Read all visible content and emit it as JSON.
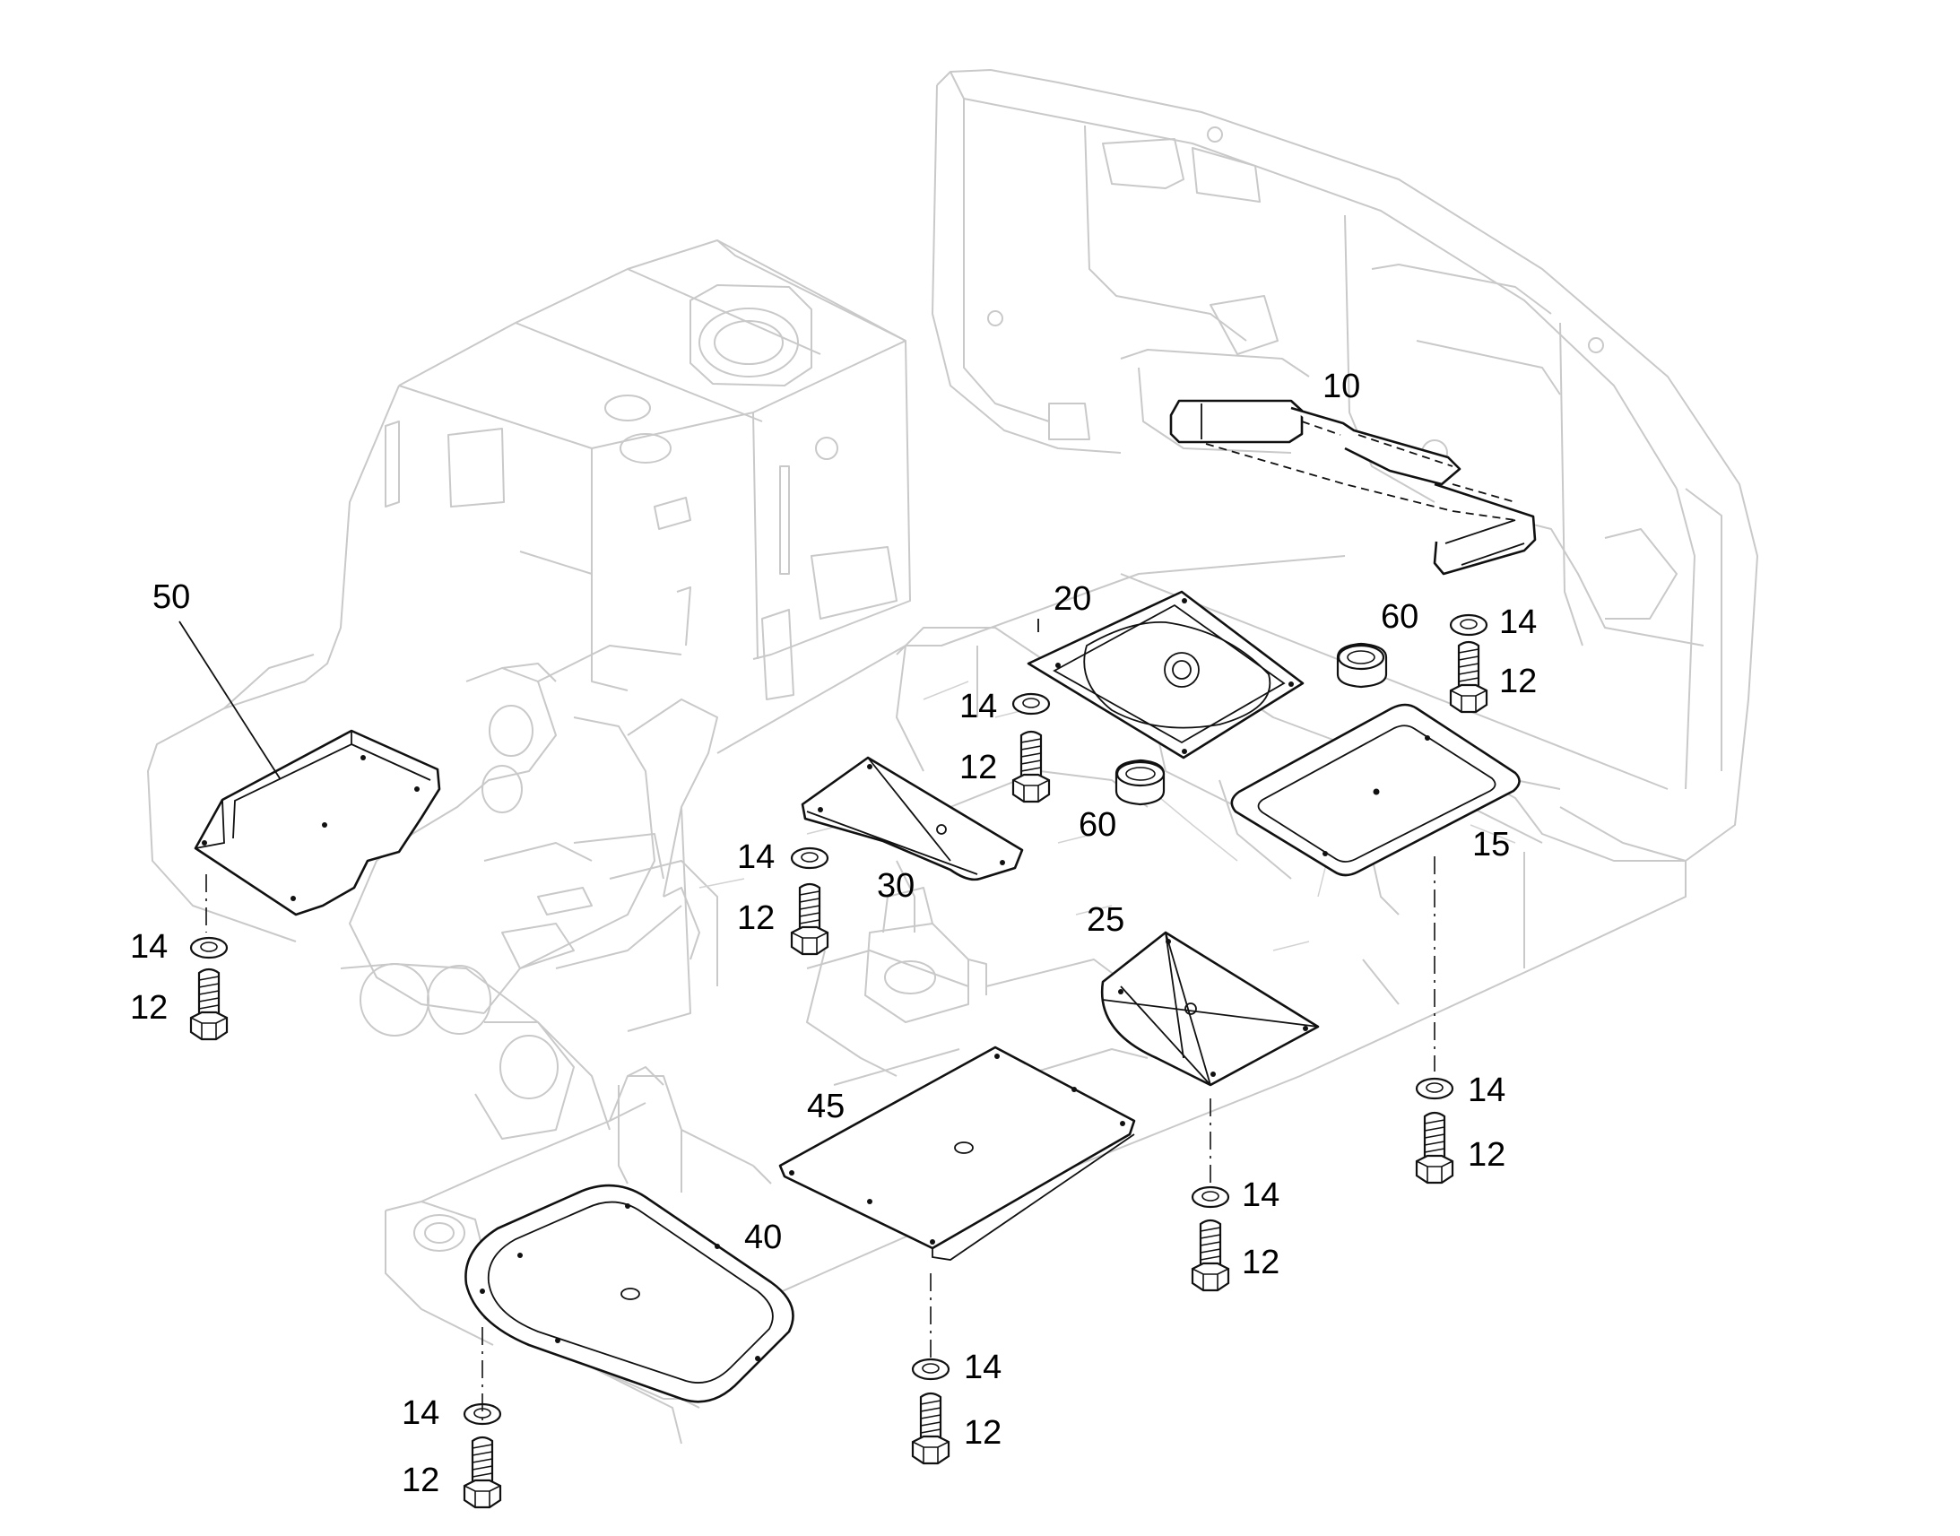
{
  "diagram": {
    "callouts": {
      "c10": "10",
      "c12a": "12",
      "c12b": "12",
      "c12c": "12",
      "c12d": "12",
      "c12e": "12",
      "c12f": "12",
      "c12g": "12",
      "c12h": "12",
      "c14a": "14",
      "c14b": "14",
      "c14c": "14",
      "c14d": "14",
      "c14e": "14",
      "c14f": "14",
      "c14g": "14",
      "c14h": "14",
      "c15": "15",
      "c20": "20",
      "c25": "25",
      "c30": "30",
      "c40": "40",
      "c45": "45",
      "c50": "50",
      "c60a": "60",
      "c60b": "60"
    }
  }
}
